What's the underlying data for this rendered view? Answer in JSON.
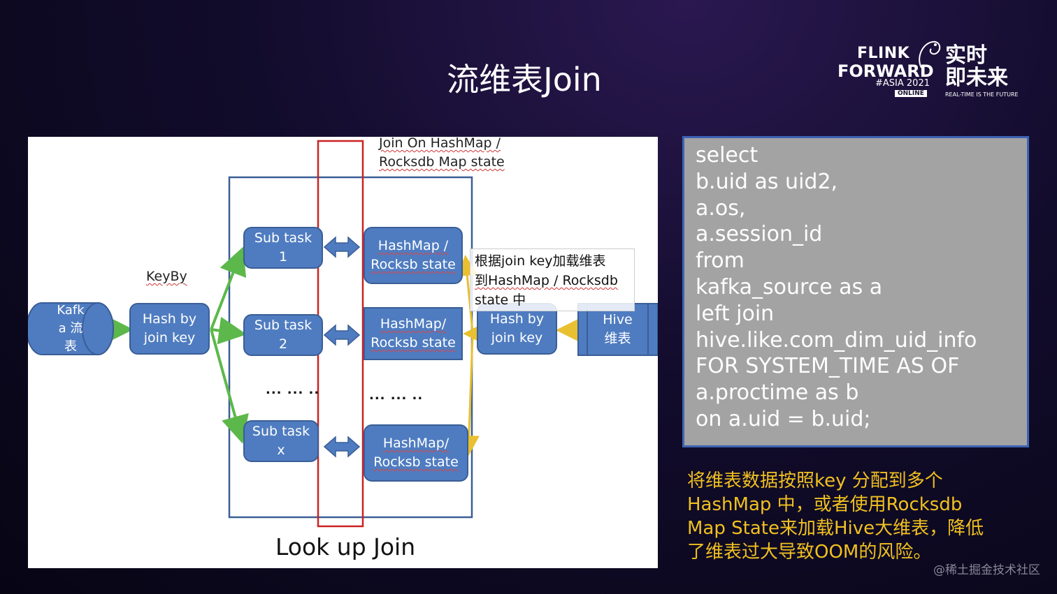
{
  "slide": {
    "title": "流维表Join"
  },
  "logo": {
    "line1": "FLINK",
    "line2": "FORWARD",
    "line3": "#ASIA 2021",
    "badge": "ONLINE",
    "cn_line1": "实时",
    "cn_line2": "即未来",
    "tagline": "REAL-TIME IS THE FUTURE"
  },
  "diagram": {
    "top_label_1": "Join On HashMap /",
    "top_label_2": "Rocksdb Map state",
    "keyby": "KeyBy",
    "kafka": [
      "Kafk",
      "a 流",
      "表"
    ],
    "hash_left": [
      "Hash by",
      "join key"
    ],
    "subtasks": [
      [
        "Sub task",
        "1"
      ],
      [
        "Sub task",
        "2"
      ],
      [
        "Sub task",
        "x"
      ]
    ],
    "states": [
      [
        "HashMap /",
        "Rocksb state"
      ],
      [
        "HashMap/",
        "Rocksb  state"
      ],
      [
        "HashMap/",
        "Rocksb  state"
      ]
    ],
    "dots_left": "... ... ..",
    "dots_right": "... ... ..",
    "note_line1": "根据join key加载维表",
    "note_line2": "到HashMap / Rocksdb",
    "note_line3": "state 中",
    "hash_right": [
      "Hash by",
      "join key"
    ],
    "hive": [
      "Hive",
      "维表"
    ],
    "caption": "Look up Join"
  },
  "code": [
    "select",
    "b.uid as uid2,",
    "a.os,",
    "a.session_id",
    "from",
    "kafka_source as a",
    "left join",
    "hive.like.com_dim_uid_info",
    "FOR SYSTEM_TIME AS OF",
    "a.proctime as b",
    "on a.uid = b.uid;"
  ],
  "description": "将维表数据按照key 分配到多个HashMap 中，或者使用Rocksdb Map State来加载Hive大维表，降低了维表过大导致OOM的风险。",
  "watermark": "@稀土掘金技术社区",
  "colors": {
    "box_fill": "#4f7cc0",
    "code_bg": "#a3a3a3",
    "code_border": "#3e64b4",
    "desc_text": "#f0c020",
    "red_frame": "#cc2222",
    "green_arrow": "#5cb84a",
    "yellow_arrow": "#e8c030"
  }
}
